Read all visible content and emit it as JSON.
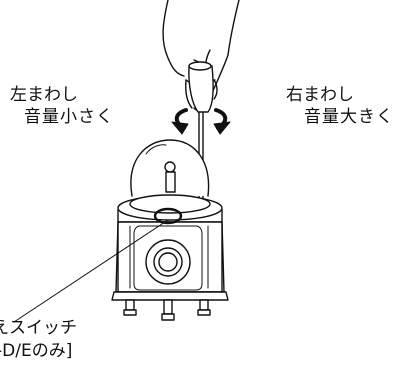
{
  "labels": {
    "left_turn": "左まわし",
    "volume_down": "音量小さく",
    "right_turn": "右まわし",
    "volume_up": "音量大きく",
    "switch": "えスイッチ",
    "model_note": "-D/Eのみ]"
  }
}
